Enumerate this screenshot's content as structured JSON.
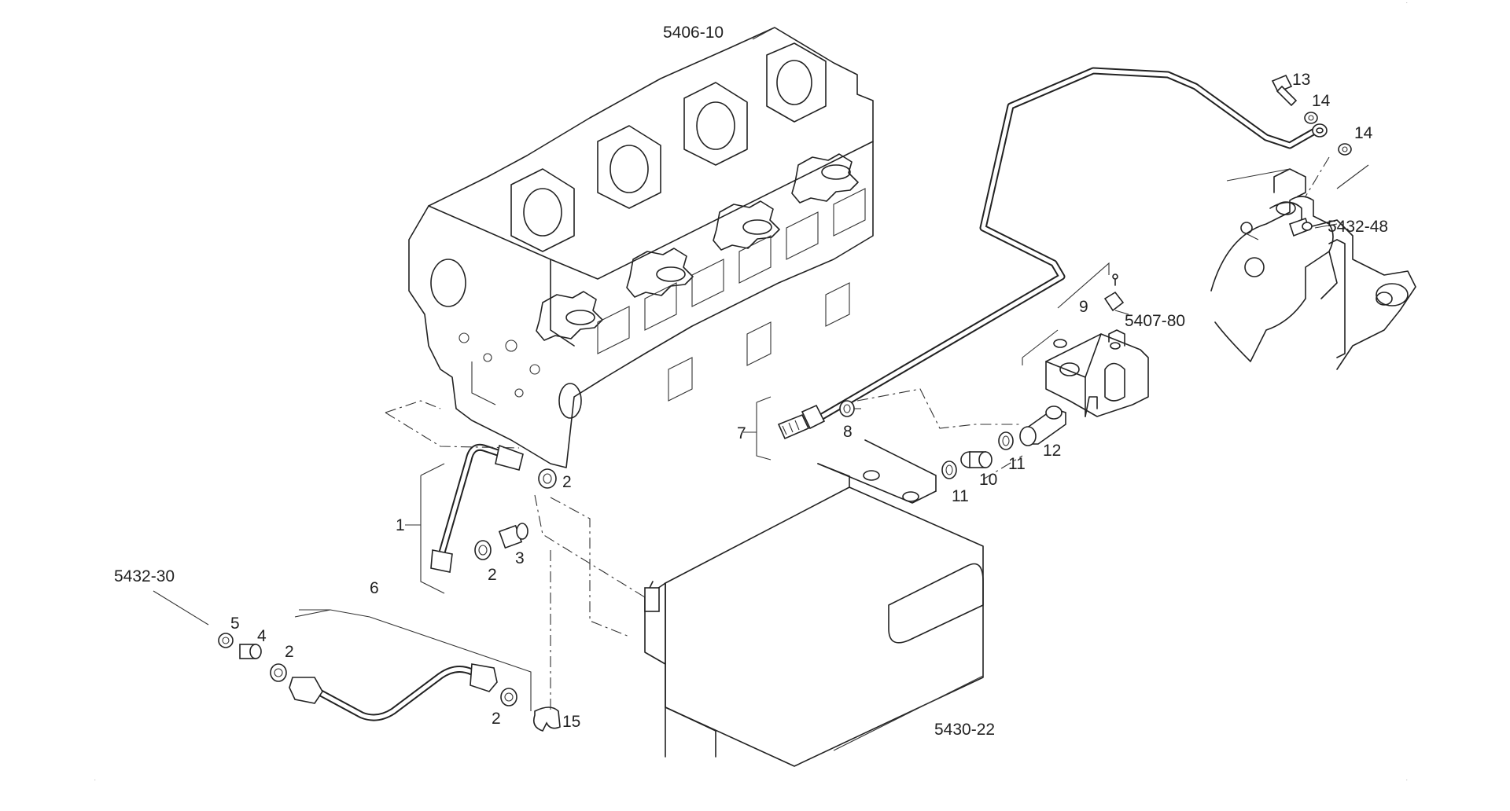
{
  "diagram": {
    "labels": {
      "cyl_head": "5406-10",
      "ref_5432_48": "5432-48",
      "ref_5407_80": "5407-80",
      "ref_5432_30": "5432-30",
      "ref_5430_22": "5430-22",
      "p1": "1",
      "p2a": "2",
      "p2b": "2",
      "p2c": "2",
      "p2d": "2",
      "p3": "3",
      "p4": "4",
      "p5": "5",
      "p6": "6",
      "p7": "7",
      "p8": "8",
      "p9": "9",
      "p10": "10",
      "p11a": "11",
      "p11b": "11",
      "p12": "12",
      "p13": "13",
      "p14a": "14",
      "p14b": "14",
      "p15": "15"
    },
    "corner_marks": [
      ".",
      ".",
      "."
    ]
  }
}
